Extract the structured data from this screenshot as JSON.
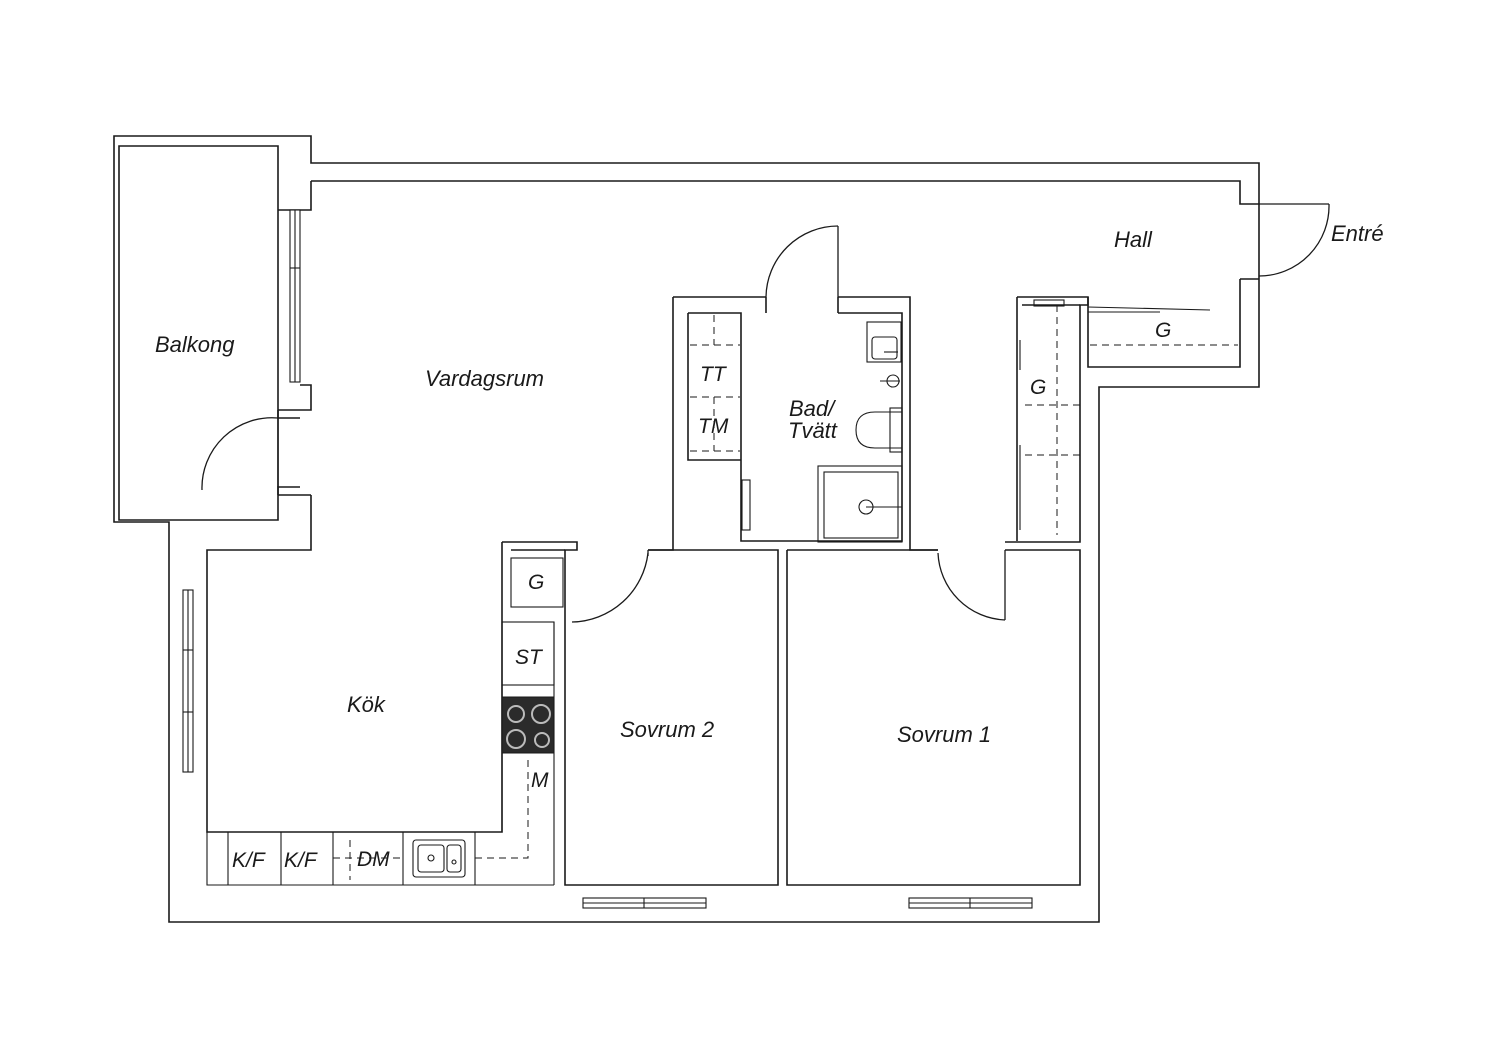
{
  "colors": {
    "line": "#1a1a1a",
    "background": "#ffffff",
    "stove": "#2b2b2b"
  },
  "rooms": {
    "balkong": "Balkong",
    "vardagsrum": "Vardagsrum",
    "hall": "Hall",
    "entre": "Entré",
    "bad_line1": "Bad/",
    "bad_line2": "Tvätt",
    "kok": "Kök",
    "sovrum2": "Sovrum 2",
    "sovrum1": "Sovrum 1"
  },
  "fixtures": {
    "tt": "TT",
    "tm": "TM",
    "g_hall": "G",
    "g_closet": "G",
    "g_kitchen": "G",
    "st": "ST",
    "m": "M",
    "kf1": "K/F",
    "kf2": "K/F",
    "dm": "DM"
  },
  "icons": [
    "door-swing-icon",
    "window-icon",
    "stove-icon",
    "sink-icon",
    "toilet-icon",
    "shower-icon",
    "washbasin-icon"
  ]
}
